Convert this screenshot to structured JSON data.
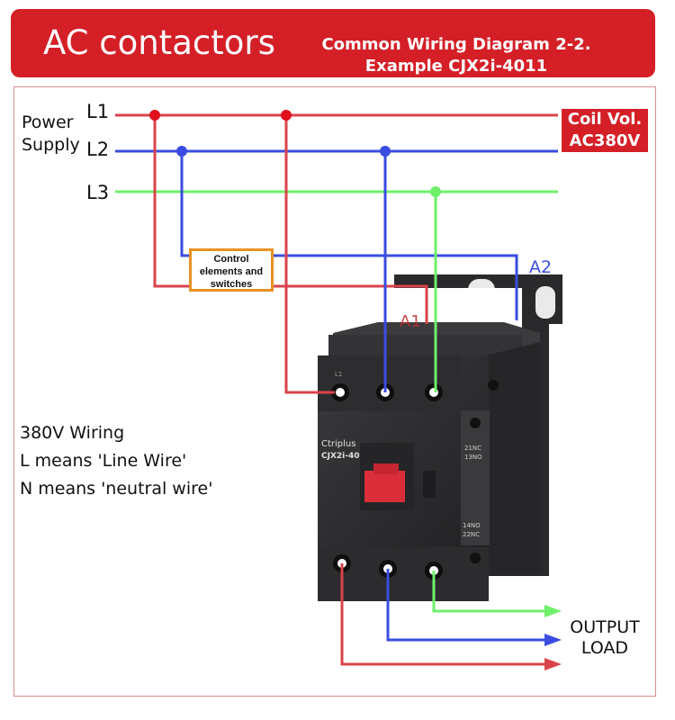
{
  "header": {
    "title": "AC contactors",
    "subtitle_line1": "Common Wiring Diagram 2-2.",
    "subtitle_line2": "Example CJX2i-4011"
  },
  "power": {
    "line1": "Power",
    "line2": "Supply"
  },
  "lines": {
    "l1": "L1",
    "l2": "L2",
    "l3": "L3"
  },
  "coil": {
    "line1": "Coil Vol.",
    "line2": "AC380V"
  },
  "control_box": {
    "line1": "Control",
    "line2": "elements and",
    "line3": "switches"
  },
  "terminals": {
    "a1": "A1",
    "a2": "A2"
  },
  "notes": {
    "wiring": "380V Wiring",
    "line_wire": "L means 'Line Wire'",
    "neutral": "N means 'neutral wire'"
  },
  "output": {
    "line1": "OUTPUT",
    "line2": "LOAD"
  },
  "device": {
    "brand": "Ctriplus",
    "model": "CJX2i-40",
    "contact_top": "21NC",
    "contact_top2": "13NO",
    "contact_bottom": "14NO",
    "contact_bottom2": "22NC",
    "terminal_label": "L1"
  },
  "colors": {
    "header": "#d41f27",
    "l1_wire": "#d9434a",
    "l2_wire": "#3a4de0",
    "l3_wire": "#6ff06a",
    "control_border": "#e89222",
    "device_body": "#2f2f31"
  }
}
